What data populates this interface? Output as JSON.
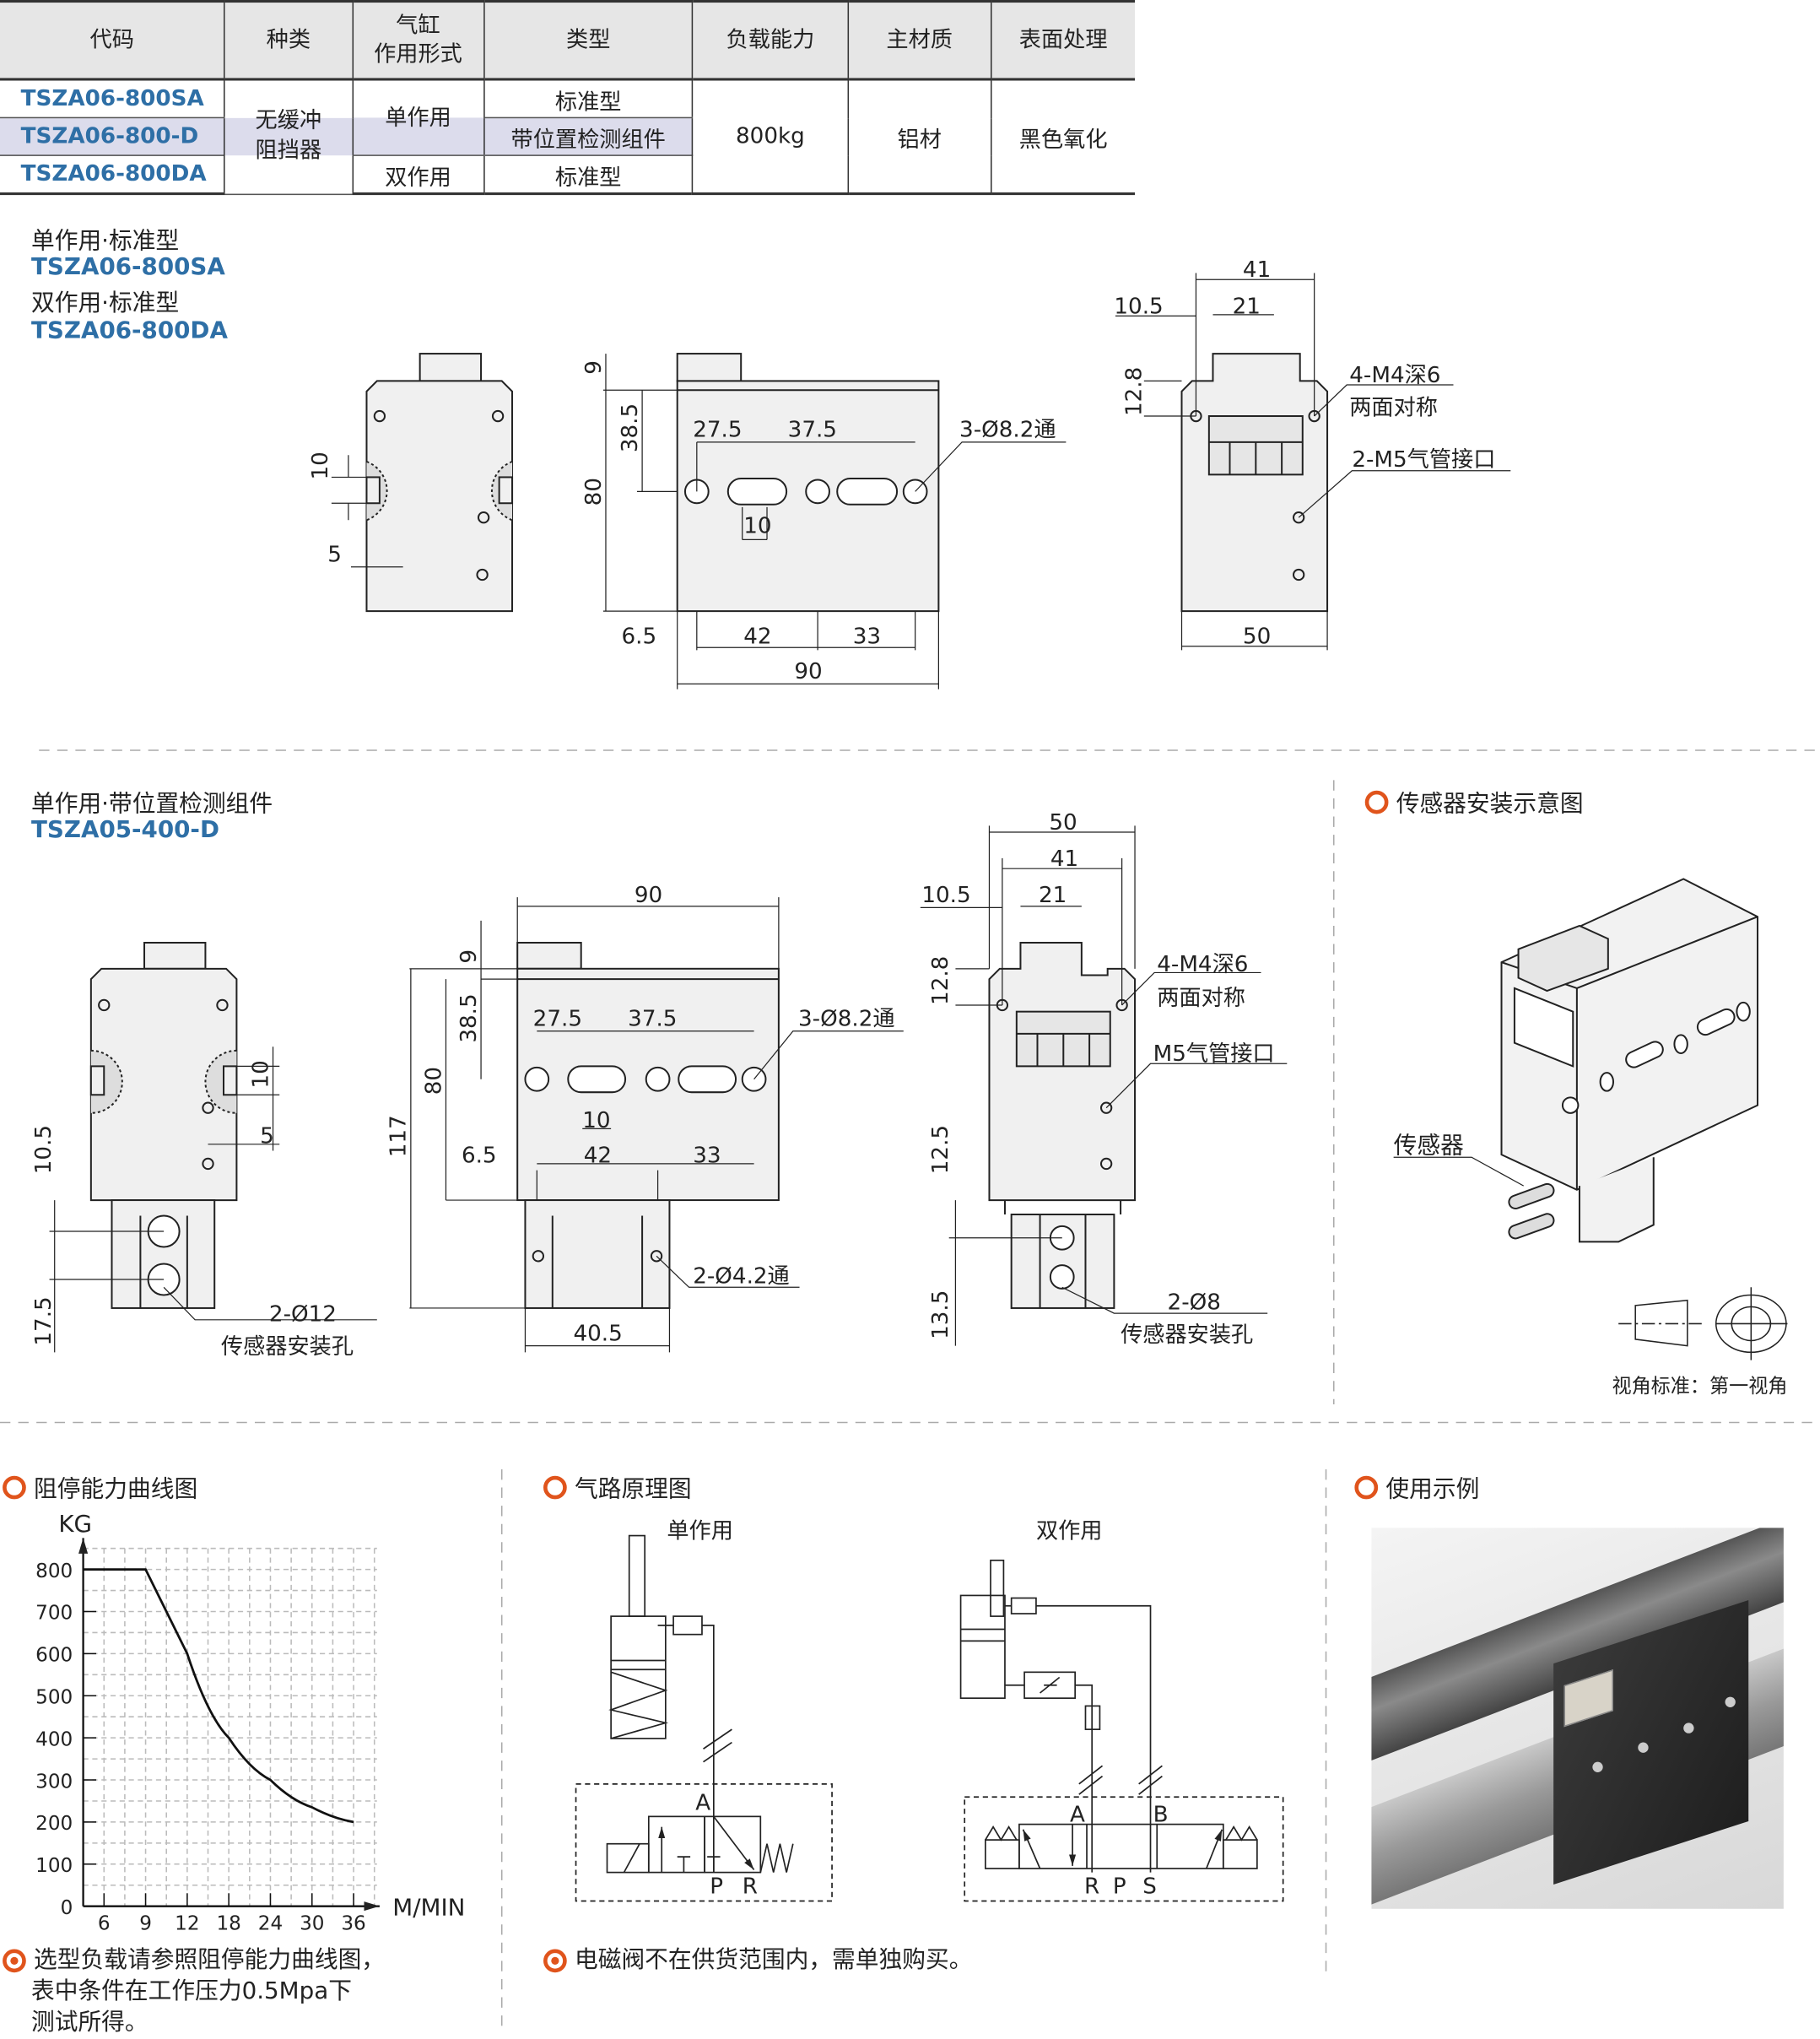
{
  "table": {
    "headers": [
      "代码",
      "种类",
      "气缸\n作用形式",
      "类型",
      "负载能力",
      "主材质",
      "表面处理"
    ],
    "header_cylinder_1": "气缸",
    "header_cylinder_2": "作用形式",
    "rows": [
      {
        "code": "TSZA06-800SA",
        "type": "标准型"
      },
      {
        "code": "TSZA06-800-D",
        "type": "带位置检测组件"
      },
      {
        "code": "TSZA06-800DA",
        "type": "标准型"
      }
    ],
    "kind": "无缓冲阻挡器",
    "kind_1": "无缓冲",
    "kind_2": "阻挡器",
    "action_single": "单作用",
    "action_double": "双作用",
    "load": "800kg",
    "material": "铝材",
    "surface": "黑色氧化"
  },
  "section1": {
    "label1": "单作用·标准型",
    "code1": "TSZA06-800SA",
    "label2": "双作用·标准型",
    "code2": "TSZA06-800DA",
    "dims": {
      "a_10": "10",
      "a_5": "5",
      "b_9": "9",
      "b_385": "38.5",
      "b_80": "80",
      "b_275": "27.5",
      "b_375": "37.5",
      "b_10": "10",
      "b_hole": "3-Ø8.2通",
      "b_65": "6.5",
      "b_42": "42",
      "b_33": "33",
      "b_90": "90",
      "c_41": "41",
      "c_105": "10.5",
      "c_21": "21",
      "c_128": "12.8",
      "c_m4": "4-M4深6",
      "c_sym": "两面对称",
      "c_m5": "2-M5气管接口",
      "c_50": "50"
    }
  },
  "section2": {
    "label": "单作用·带位置检测组件",
    "code": "TSZA05-400-D",
    "dims": {
      "d_105": "10.5",
      "d_175": "17.5",
      "d_10": "10",
      "d_5": "5",
      "d_hole": "2-Ø12",
      "d_sensor": "传感器安装孔",
      "e_90": "90",
      "e_9": "9",
      "e_385": "38.5",
      "e_80": "80",
      "e_117": "117",
      "e_275": "27.5",
      "e_375": "37.5",
      "e_hole": "3-Ø8.2通",
      "e_10": "10",
      "e_65": "6.5",
      "e_42": "42",
      "e_33": "33",
      "e_hole2": "2-Ø4.2通",
      "e_405": "40.5",
      "f_50": "50",
      "f_41": "41",
      "f_105": "10.5",
      "f_21": "21",
      "f_128": "12.8",
      "f_m4": "4-M4深6",
      "f_sym": "两面对称",
      "f_m5": "M5气管接口",
      "f_125": "12.5",
      "f_135": "13.5",
      "f_hole": "2-Ø8",
      "f_sensor": "传感器安装孔"
    }
  },
  "sensor_section": {
    "title": "传感器安装示意图",
    "sensor_label": "传感器",
    "view_standard": "视角标准：第一视角"
  },
  "curve_section": {
    "title": "阻停能力曲线图",
    "note_lines": [
      "选型负载请参照阻停能力曲线图，",
      "表中条件在工作压力0.5Mpa下",
      "测试所得。"
    ]
  },
  "chart_data": {
    "type": "line",
    "title": "阻停能力曲线图",
    "xlabel": "M/MIN",
    "ylabel": "KG",
    "categories": [
      "6",
      "9",
      "12",
      "18",
      "24",
      "30",
      "36"
    ],
    "yticks": [
      0,
      100,
      200,
      300,
      400,
      500,
      600,
      700,
      800
    ],
    "ylim": [
      0,
      850
    ],
    "grid": true,
    "series": [
      {
        "name": "阻停能力",
        "points": [
          [
            "origin",
            800
          ],
          [
            "9",
            800
          ],
          [
            "12",
            600
          ],
          [
            "18",
            400
          ],
          [
            "24",
            300
          ],
          [
            "30",
            235
          ],
          [
            "36",
            200
          ]
        ]
      }
    ]
  },
  "pneumatic_section": {
    "title": "气路原理图",
    "single_label": "单作用",
    "double_label": "双作用",
    "port_a": "A",
    "port_p": "P",
    "port_r": "R",
    "port_a2": "A",
    "port_b": "B",
    "port_r2": "R",
    "port_p2": "P",
    "port_s": "S",
    "note": "电磁阀不在供货范围内，需单独购买。"
  },
  "usage_section": {
    "title": "使用示例"
  },
  "colors": {
    "accent": "#e0541c",
    "code_blue": "#2e6fa6",
    "highlight": "#dcdcec"
  }
}
